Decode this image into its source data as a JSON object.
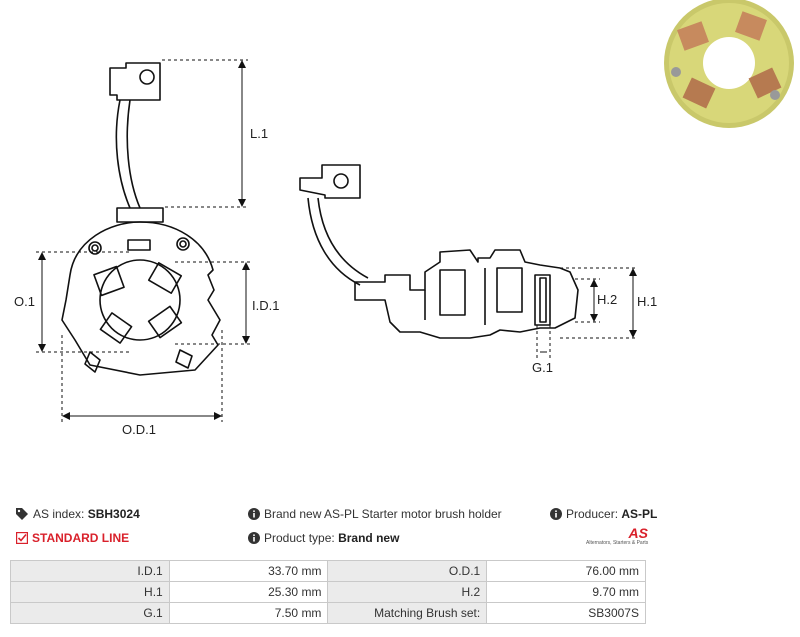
{
  "drawing": {
    "dim_L1": "L.1",
    "dim_O1": "O.1",
    "dim_ID1": "I.D.1",
    "dim_OD1": "O.D.1",
    "dim_H1": "H.1",
    "dim_H2": "H.2",
    "dim_G1": "G.1"
  },
  "info": {
    "as_index_label": "AS index:",
    "as_index_value": "SBH3024",
    "line_label": "STANDARD LINE",
    "description": "Brand new AS-PL Starter motor brush holder",
    "product_type_label": "Product type:",
    "product_type_value": "Brand new",
    "producer_label": "Producer:",
    "producer_value": "AS-PL",
    "logo_text": "AS",
    "logo_tagline": "Alternators, Starters & Parts"
  },
  "colors": {
    "accent_red": "#d9212b",
    "label_bg": "#ebebeb",
    "border": "#c9c9c9"
  },
  "specs": [
    {
      "label1": "I.D.1",
      "value1": "33.70 mm",
      "label2": "O.D.1",
      "value2": "76.00 mm"
    },
    {
      "label1": "H.1",
      "value1": "25.30 mm",
      "label2": "H.2",
      "value2": "9.70 mm"
    },
    {
      "label1": "G.1",
      "value1": "7.50 mm",
      "label2": "Matching Brush set:",
      "value2": "SB3007S"
    }
  ]
}
